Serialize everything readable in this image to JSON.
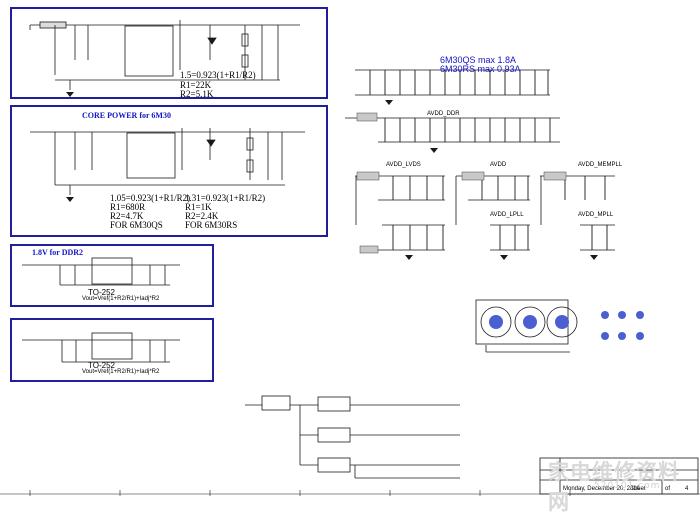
{
  "core_power_1": {
    "equation": "1.5=0.923(1+R1/R2)",
    "r1": "R1=22K",
    "r2": "R2=5.1K"
  },
  "core_power_2": {
    "title": "CORE POWER for 6M30",
    "eq_left": "1.05=0.923(1+R1/R2)",
    "eq_right": "1.31=0.923(1+R1/R2)",
    "left_lines": [
      "R1=680R",
      "R2=4.7K",
      "FOR 6M30QS"
    ],
    "right_lines": [
      "R1=1K",
      "R2=2.4K",
      "FOR 6M30RS"
    ]
  },
  "ddr2_block": {
    "title": "1.8V for  DDR2",
    "package": "TO-252",
    "formula": "Vout=Vref(1+R2/R1)+Iadj*R2"
  },
  "ldo_block": {
    "package": "TO-252",
    "formula": "Vout=Vref(1+R2/R1)+Iadj*R2"
  },
  "current_spec": {
    "line1": "6M30QS max  1.8A",
    "line2": "6M30RS max  0.93A"
  },
  "net_labels": [
    "AVDD_DDR",
    "AVDD_LVDS",
    "AVDD",
    "AVDD_MEMPLL",
    "AVDD_LPLL",
    "AVDD_MPLL"
  ],
  "watermark": {
    "text": "家电维修资料网",
    "url": "520101.com"
  },
  "title_block": {
    "date": "Monday, December 20, 2010",
    "sheet_label": "Sheet",
    "sheet_of": "of",
    "sheet_total": "4"
  },
  "colors": {
    "wire": "#1a1a1a",
    "box_border": "#1f1f9a",
    "label_blue": "#1414c8"
  }
}
